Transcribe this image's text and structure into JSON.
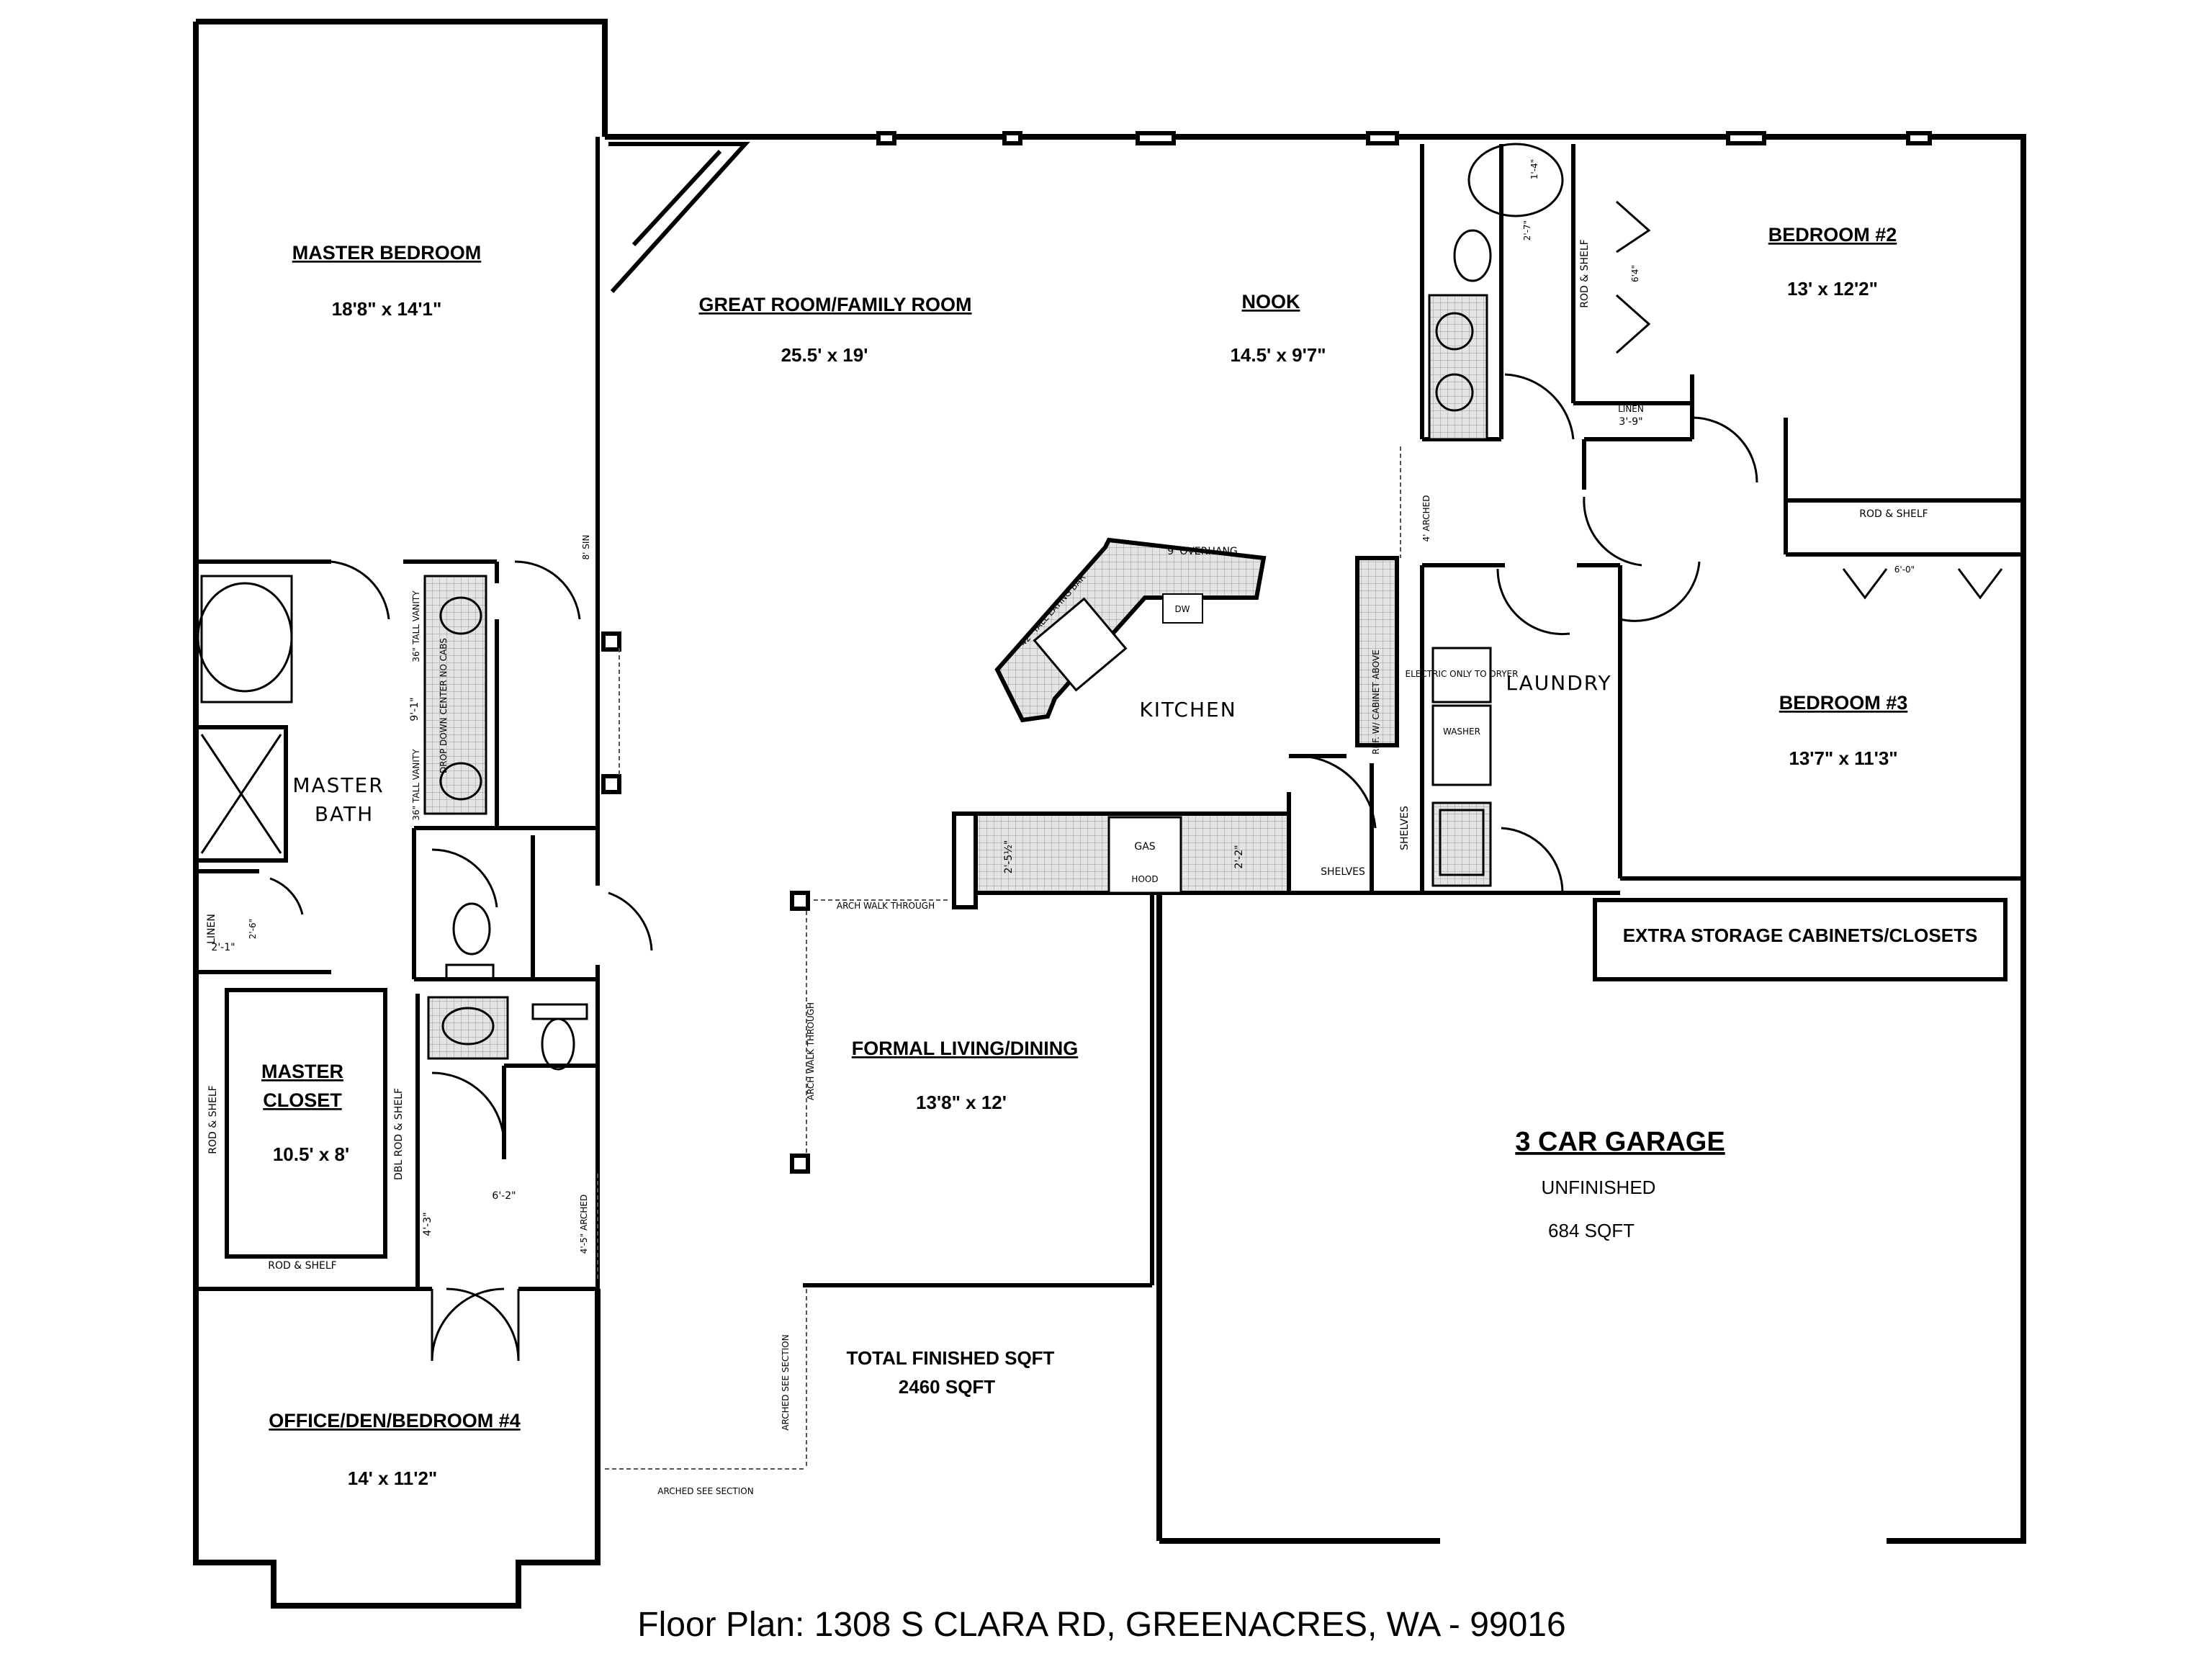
{
  "rooms": {
    "master_bedroom": {
      "name": "MASTER BEDROOM",
      "dims": "18'8\"  x  14'1\""
    },
    "great_room": {
      "name": "GREAT ROOM/FAMILY ROOM",
      "dims": "25.5'  x   19'"
    },
    "nook": {
      "name": "NOOK",
      "dims": "14.5'  x  9'7\""
    },
    "bedroom2": {
      "name": "BEDROOM #2",
      "dims": "13'  x  12'2\""
    },
    "bedroom3": {
      "name": "BEDROOM #3",
      "dims": "13'7\"   x   11'3\""
    },
    "kitchen": {
      "name": "KITCHEN"
    },
    "laundry": {
      "name": "LAUNDRY"
    },
    "master_bath": {
      "line1": "MASTER",
      "line2": "BATH"
    },
    "master_closet": {
      "line1": "MASTER",
      "line2": "CLOSET",
      "dims": "10.5' x 8'"
    },
    "formal_living": {
      "name": "FORMAL LIVING/DINING",
      "dims": "13'8\"  x  12'"
    },
    "office": {
      "name": "OFFICE/DEN/BEDROOM #4",
      "dims": "14'  x   11'2\""
    }
  },
  "garage": {
    "name": "3 CAR GARAGE",
    "status": "UNFINISHED",
    "area": "684 SQFT"
  },
  "storage": {
    "label": "EXTRA STORAGE CABINETS/CLOSETS"
  },
  "totals": {
    "line1": "TOTAL FINISHED SQFT",
    "line2": "2460 SQFT"
  },
  "annotations": {
    "overhang": "9' OVERHANG",
    "eating_bar": "42\" TALL EATING BAR",
    "dw": "DW",
    "rod_shelf": "ROD & SHELF",
    "dbl_rod_shelf": "DBL ROD & SHELF",
    "linen": "LINEN",
    "bed2_linen_dim": "3'-9\"",
    "bath_dim": "9'-1\"",
    "closet_width": "6'-2\"",
    "closet_dim": "4'-3\"",
    "arched_45": "4'-5\" ARCHED",
    "arched_4": "4' ARCHED",
    "arch_walk": "ARCH WALK THROUGH",
    "arch_walk_through": "ARCH WALK THROUGH",
    "arched_side": "ARCHED SEE SECTION",
    "shelves": "SHELVES",
    "gas": "GAS",
    "range_hood": "HOOD",
    "dim_25": "2'-5½\"",
    "dim_22": "2'-2\"",
    "fridge": "REF. W/ CABINET ABOVE",
    "washer": "WASHER",
    "dryer": "ELECTRIC ONLY TO DRYER",
    "bed3_dim": "6'-0\"",
    "bed2_closet_dim": "6'4\"",
    "vanity_tall": "36\" TALL VANITY",
    "drop_down": "DROP DOWN CENTER NO CABS",
    "sink_label": "8' SIN",
    "linen_dim": "2'-1\"",
    "linen_dim2": "2'-6\"",
    "bath2_dim": "2'-7\"",
    "bath2_dim2": "1'-4\""
  },
  "caption": "Floor Plan:  1308 S CLARA RD, GREENACRES, WA - 99016"
}
